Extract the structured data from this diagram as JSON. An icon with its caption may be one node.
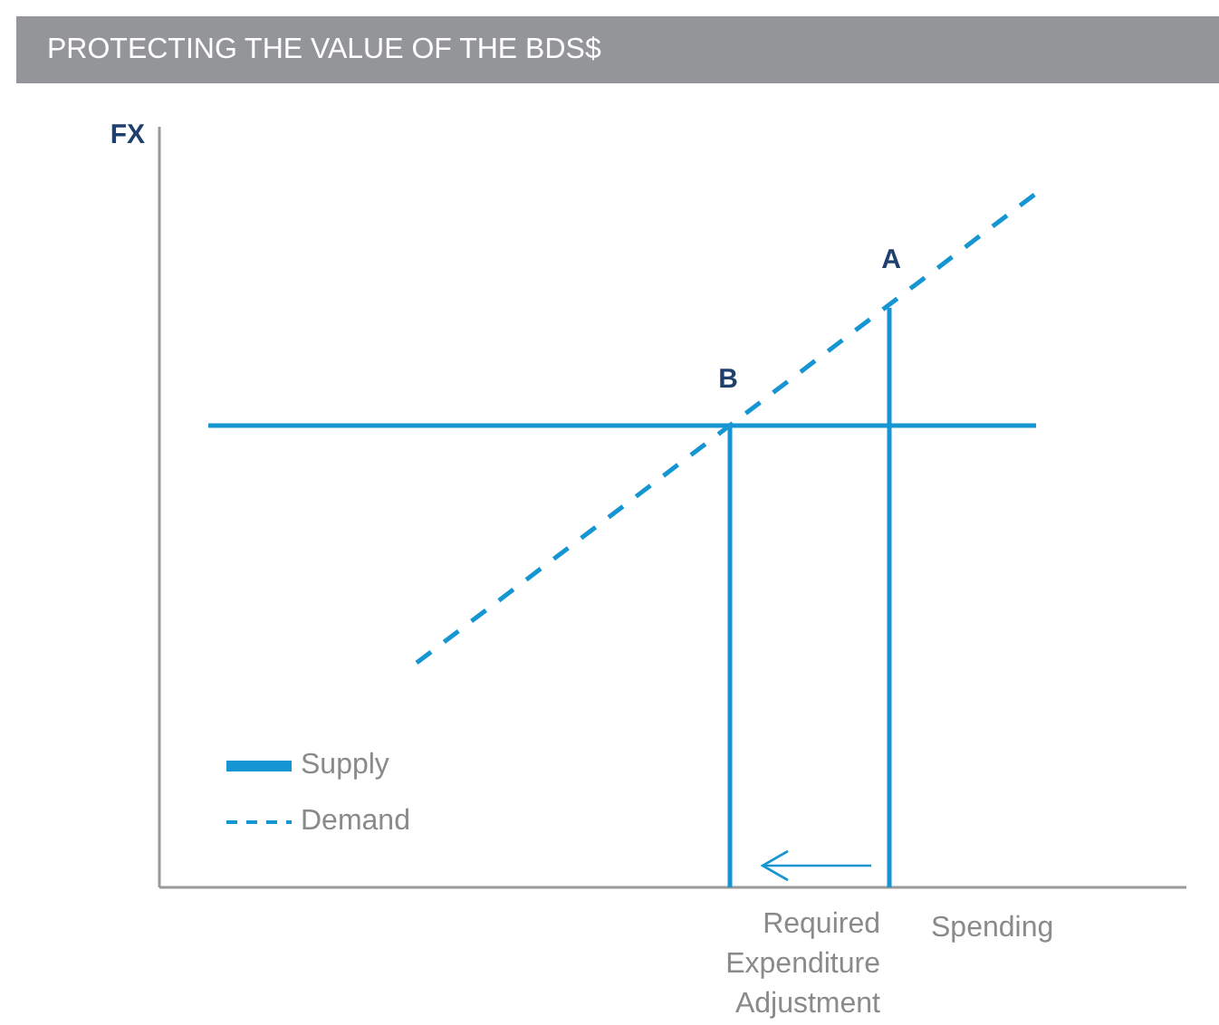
{
  "diagram": {
    "title": "PROTECTING THE VALUE OF THE BDS$",
    "labels": [
      "FX",
      "A",
      "B",
      "Required Expenditure Adjustment",
      "Spending"
    ],
    "legend": [
      {
        "text": "Supply"
      },
      {
        "text": "Demand"
      }
    ]
  }
}
